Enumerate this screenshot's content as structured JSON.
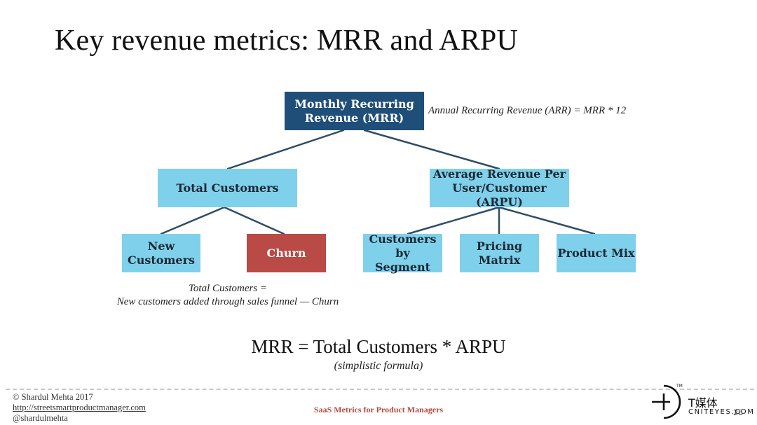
{
  "title": "Key revenue metrics: MRR and ARPU",
  "nodes": {
    "mrr": "Monthly Recurring Revenue (MRR)",
    "total_customers": "Total Customers",
    "arpu": "Average Revenue Per User/Customer (ARPU)",
    "new_customers": "New Customers",
    "churn": "Churn",
    "customers_by_segment": "Customers by Segment",
    "pricing_matrix": "Pricing Matrix",
    "product_mix": "Product Mix"
  },
  "annotations": {
    "arr": "Annual Recurring Revenue (ARR) = MRR * 12",
    "total_customers_formula_line1": "Total Customers =",
    "total_customers_formula_line2": "New customers added through sales funnel — Churn"
  },
  "formula": {
    "main": "MRR = Total Customers * ARPU",
    "note": "(simplistic formula)"
  },
  "footer": {
    "copyright": "© Shardul Mehta 2017",
    "url": "http://streetsmartproductmanager.com",
    "handle": "@shardulmehta",
    "deck_title": "SaaS Metrics for Product Managers",
    "page_number": "26",
    "brand_cn": "T媒体",
    "brand_en": "CNITEYES.COM"
  },
  "colors": {
    "dark_node": "#1f4e79",
    "light_node": "#7fd0ea",
    "churn_node": "#b94a45",
    "connector": "#2e4d66",
    "footer_title": "#b5483f"
  }
}
